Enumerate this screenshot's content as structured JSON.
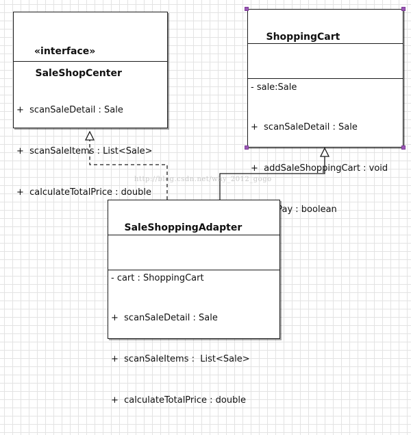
{
  "classes": {
    "sale_shop_center": {
      "stereotype": "«interface»",
      "name": "SaleShopCenter",
      "attributes": [],
      "operations": [
        "+  scanSaleDetail : Sale",
        "+  scanSaleItems : List<Sale>",
        "+  calculateTotalPrice : double"
      ]
    },
    "shopping_cart": {
      "name": "ShoppingCart",
      "attributes": [
        "- sale:Sale"
      ],
      "operations": [
        "+  scanSaleDetail : Sale",
        "+  addSaleShoppingCart : void",
        "+  billPay : boolean"
      ]
    },
    "sale_shopping_adapter": {
      "name": "SaleShoppingAdapter",
      "attributes": [
        "- cart : ShoppingCart"
      ],
      "operations": [
        "+  scanSaleDetail : Sale",
        "+  scanSaleItems :  List<Sale>",
        "+  calculateTotalPrice : double"
      ]
    }
  },
  "relationships": [
    {
      "type": "realization",
      "from": "SaleShoppingAdapter",
      "to": "SaleShopCenter"
    },
    {
      "type": "generalization",
      "from": "SaleShoppingAdapter",
      "to": "ShoppingCart"
    }
  ],
  "watermark": "http://blog.csdn.net/why_2012_gogo",
  "colors": {
    "grid": "#e3e3e3",
    "border": "#1a1a1a",
    "selection_handle": "#9b59b6"
  }
}
